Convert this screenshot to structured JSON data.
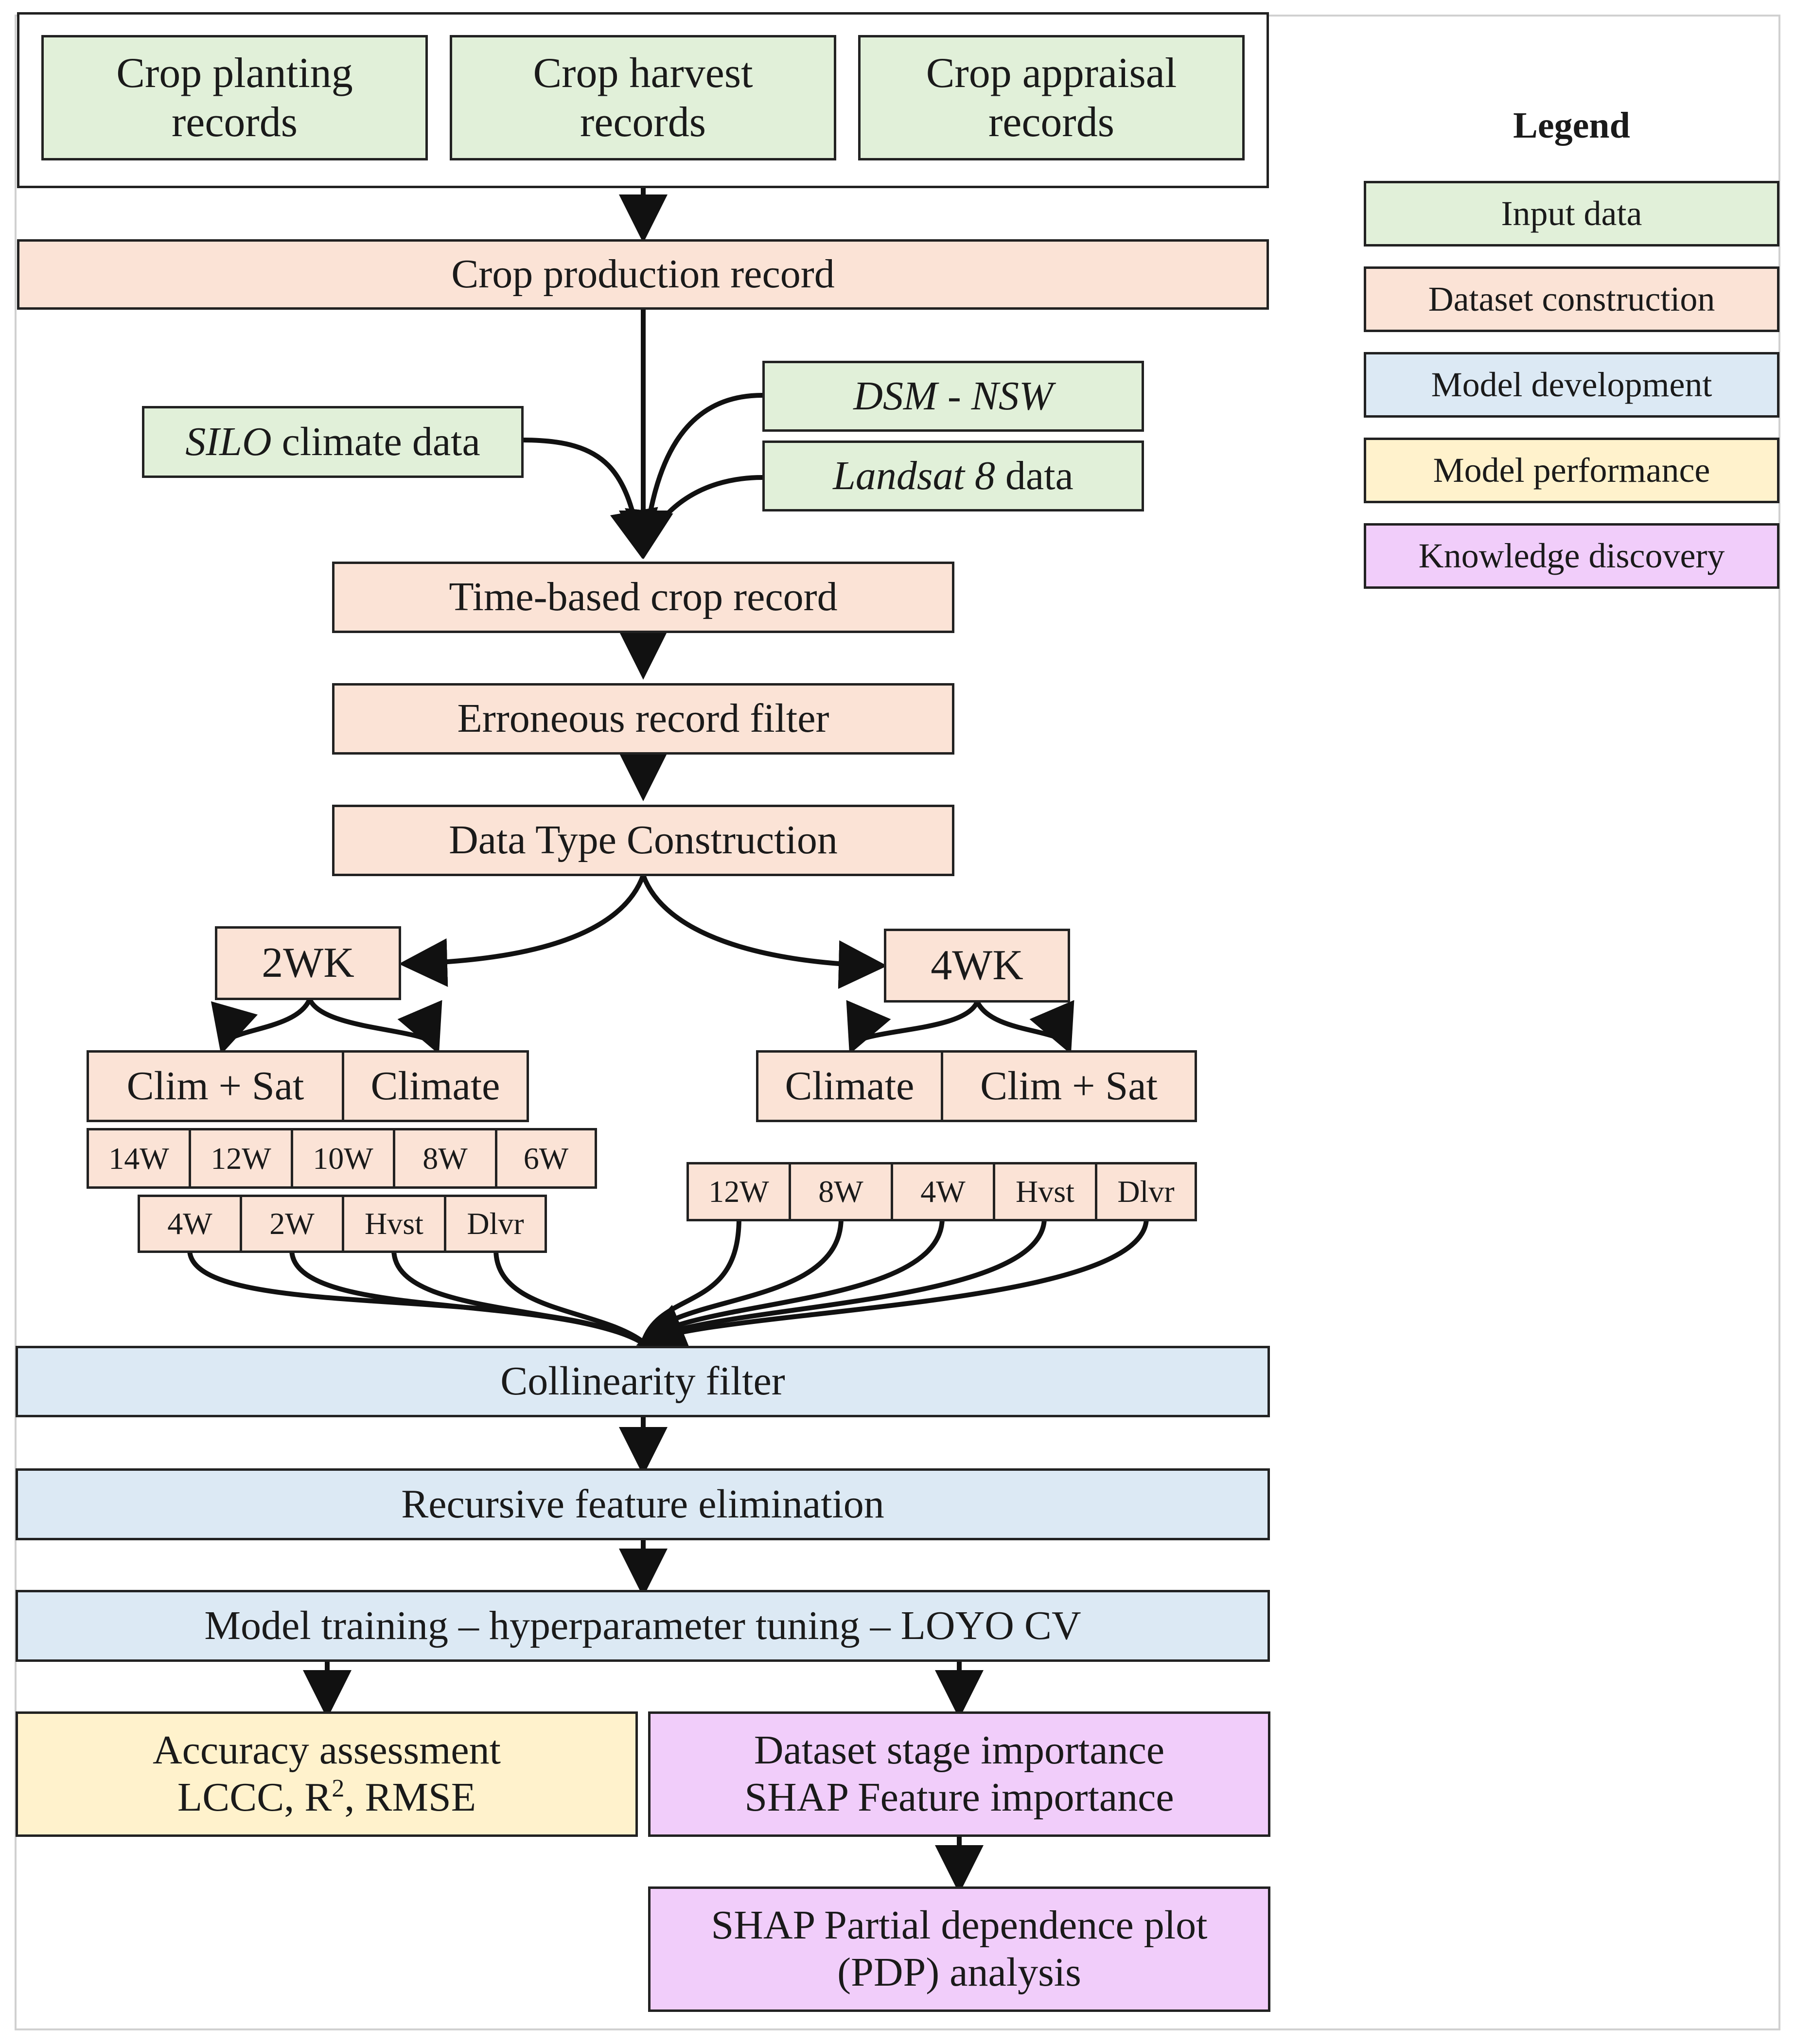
{
  "inputs": {
    "planting": [
      "Crop planting",
      "records"
    ],
    "harvest": [
      "Crop harvest",
      "records"
    ],
    "appraisal": [
      "Crop appraisal",
      "records"
    ]
  },
  "crop_production_record": "Crop production record",
  "silo": {
    "italic": "SILO",
    "rest": " climate data"
  },
  "dsm": "DSM - NSW",
  "landsat": {
    "italic": "Landsat 8",
    "rest": " data"
  },
  "time_based": "Time-based crop record",
  "erroneous": "Erroneous record filter",
  "data_type": "Data Type Construction",
  "wk2": {
    "label": "2WK",
    "types": [
      "Clim + Sat",
      "Climate"
    ],
    "row1": [
      "14W",
      "12W",
      "10W",
      "8W",
      "6W"
    ],
    "row2": [
      "4W",
      "2W",
      "Hvst",
      "Dlvr"
    ]
  },
  "wk4": {
    "label": "4WK",
    "types": [
      "Climate",
      "Clim + Sat"
    ],
    "row1": [
      "12W",
      "8W",
      "4W",
      "Hvst",
      "Dlvr"
    ]
  },
  "collinearity": "Collinearity filter",
  "rfe": "Recursive feature elimination",
  "training": "Model training – hyperparameter tuning – LOYO CV",
  "accuracy": {
    "line1": "Accuracy assessment",
    "line2_a": "LCCC, R",
    "line2_sup": "2",
    "line2_b": ", RMSE"
  },
  "importance": [
    "Dataset stage importance",
    "SHAP Feature importance"
  ],
  "pdp": [
    "SHAP Partial dependence plot",
    "(PDP) analysis"
  ],
  "legend": {
    "title": "Legend",
    "items": [
      {
        "label": "Input data",
        "color": "#e1f0d9"
      },
      {
        "label": "Dataset construction",
        "color": "#fbe3d6"
      },
      {
        "label": "Model development",
        "color": "#dce9f4"
      },
      {
        "label": "Model performance",
        "color": "#fff2cc"
      },
      {
        "label": "Knowledge discovery",
        "color": "#f1cdfa"
      }
    ]
  }
}
